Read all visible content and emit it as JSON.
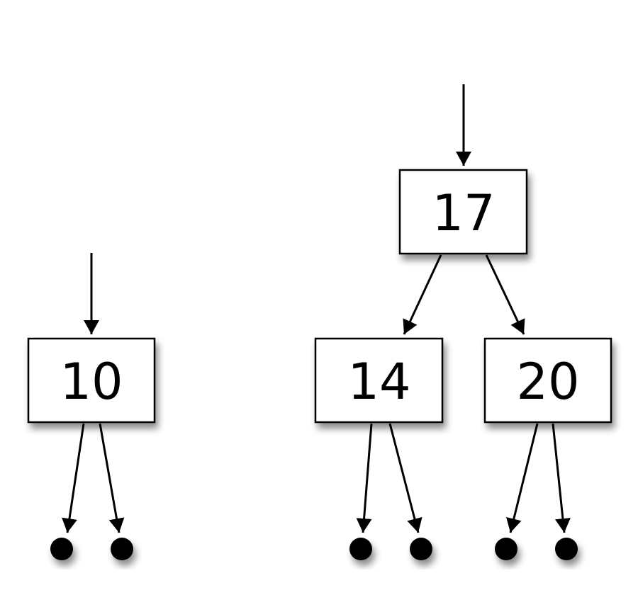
{
  "colors": {
    "stroke": "#000000",
    "fill": "#ffffff",
    "shadow": "#000000"
  },
  "trees": [
    {
      "root": {
        "label": "10",
        "left": null,
        "right": null
      }
    },
    {
      "root": {
        "label": "17",
        "left": {
          "label": "14",
          "left": null,
          "right": null
        },
        "right": {
          "label": "20",
          "left": null,
          "right": null
        }
      }
    }
  ]
}
